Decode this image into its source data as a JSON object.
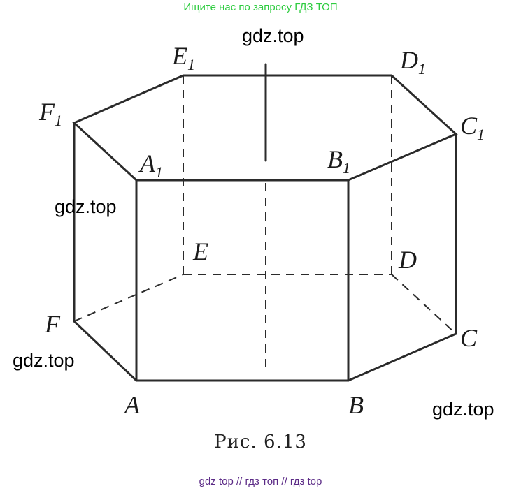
{
  "banner": {
    "text": "Ищите нас по запросу ГДЗ ТОП",
    "color": "#2ecc40"
  },
  "watermarks": [
    "gdz.top",
    "gdz.top",
    "gdz.top",
    "gdz.top"
  ],
  "caption": "Рис. 6.13",
  "footer": {
    "text": "gdz top  //  гдз топ  //  гдз top",
    "color": "#5b2a86"
  },
  "diagram": {
    "vertices": {
      "A": "A",
      "B": "B",
      "C": "C",
      "D": "D",
      "E": "E",
      "F": "F",
      "A1": "A",
      "B1": "B",
      "C1": "C",
      "D1": "D",
      "E1": "E",
      "F1": "F"
    },
    "subscript": "1"
  }
}
